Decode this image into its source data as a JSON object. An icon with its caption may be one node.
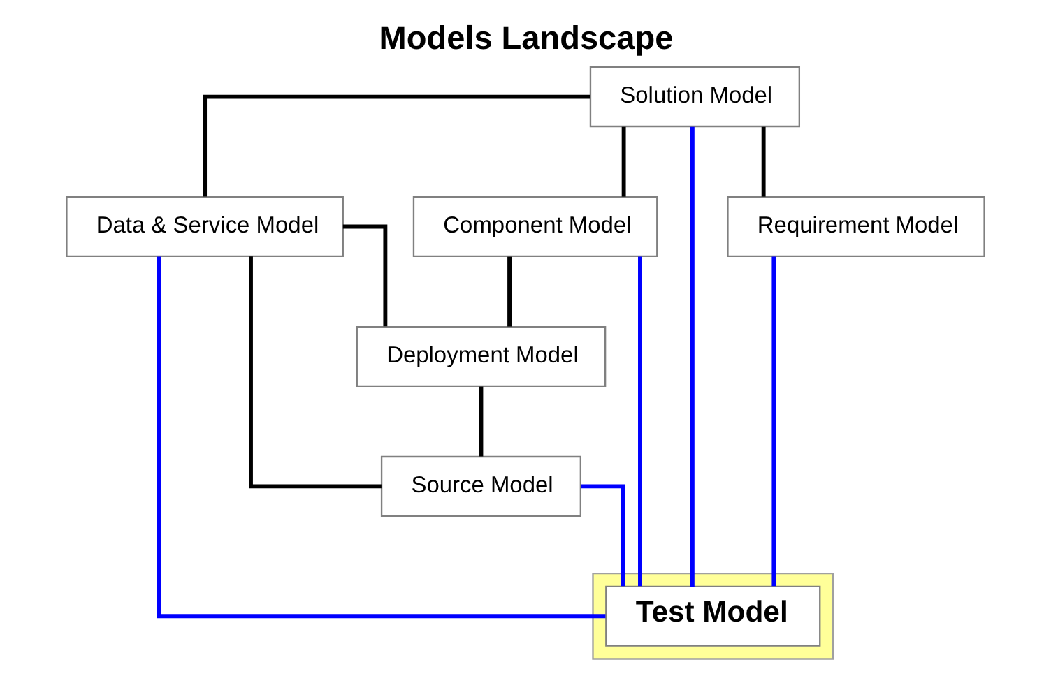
{
  "diagram": {
    "title": "Models Landscape",
    "nodes": [
      {
        "text": [
          "Solution Model"
        ]
      },
      {
        "text": [
          "Data & Service Model"
        ]
      },
      {
        "text": [
          "Requirement Model"
        ]
      },
      {
        "text": [
          "Component Model"
        ]
      },
      {
        "text": [
          "Deployment Model"
        ]
      },
      {
        "text": [
          "Source Model"
        ]
      },
      {
        "text": [],
        "shape": "box"
      },
      {
        "text": [
          "Test Model"
        ],
        "in": 6
      }
    ],
    "edges": [
      {
        "from": 0,
        "to": 1,
        "arrow": "none"
      },
      {
        "from": 0,
        "to": 2,
        "arrow": "none"
      },
      {
        "from": 0,
        "to": 3,
        "arrow": "none"
      },
      {
        "from": 1,
        "to": 4,
        "arrow": "none"
      },
      {
        "from": 1,
        "to": 5,
        "arrow": "none"
      },
      {
        "from": 3,
        "to": 4,
        "arrow": "none"
      },
      {
        "from": 4,
        "to": 5,
        "arrow": "none"
      },
      {
        "from": 0,
        "to": 7,
        "arrow": "none",
        "color": "#0000ff"
      },
      {
        "from": 2,
        "to": 7,
        "arrow": "none",
        "color": "#0000ff"
      },
      {
        "from": 3,
        "to": 7,
        "arrow": "none",
        "color": "#0000ff"
      },
      {
        "from": 5,
        "to": 7,
        "arrow": "none",
        "color": "#0000ff"
      },
      {
        "from": 1,
        "to": 7,
        "arrow": "none",
        "color": "#0000ff"
      }
    ]
  }
}
